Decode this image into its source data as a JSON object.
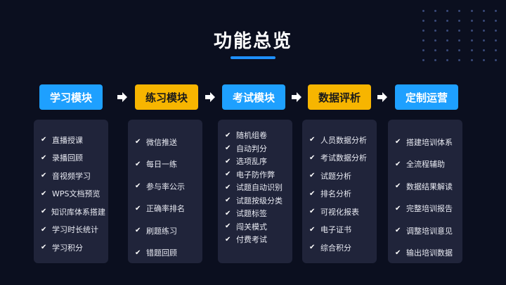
{
  "title": "功能总览",
  "icons": {
    "check": "check-icon",
    "arrow": "arrow-right-icon"
  },
  "colors": {
    "blue": "#1ea0ff",
    "yellow": "#f7b500",
    "card": "#20243a",
    "background": "#0b0f1f",
    "accent_line": "#1e90ff"
  },
  "modules": [
    {
      "name": "学习模块",
      "color": "blue",
      "items": [
        "直播授课",
        "录播回顾",
        "音视频学习",
        "WPS文档预览",
        "知识库体系搭建",
        "学习时长统计",
        "学习积分"
      ]
    },
    {
      "name": "练习模块",
      "color": "yellow",
      "items": [
        "微信推送",
        "每日一练",
        "参与率公示",
        "正确率排名",
        "刷题练习",
        "错题回顾"
      ]
    },
    {
      "name": "考试模块",
      "color": "blue",
      "items": [
        "随机组卷",
        "自动判分",
        "选项乱序",
        "电子防作弊",
        "试题自动识别",
        "试题按级分类",
        "试题标签",
        "闯关模式",
        "付费考试"
      ]
    },
    {
      "name": "数据评析",
      "color": "yellow",
      "items": [
        "人员数据分析",
        "考试数据分析",
        "试题分析",
        "排名分析",
        "可视化报表",
        "电子证书",
        "综合积分"
      ]
    },
    {
      "name": "定制运营",
      "color": "blue",
      "items": [
        "搭建培训体系",
        "全流程辅助",
        "数据结果解读",
        "完整培训报告",
        "调整培训意见",
        "输出培训数据"
      ]
    }
  ]
}
